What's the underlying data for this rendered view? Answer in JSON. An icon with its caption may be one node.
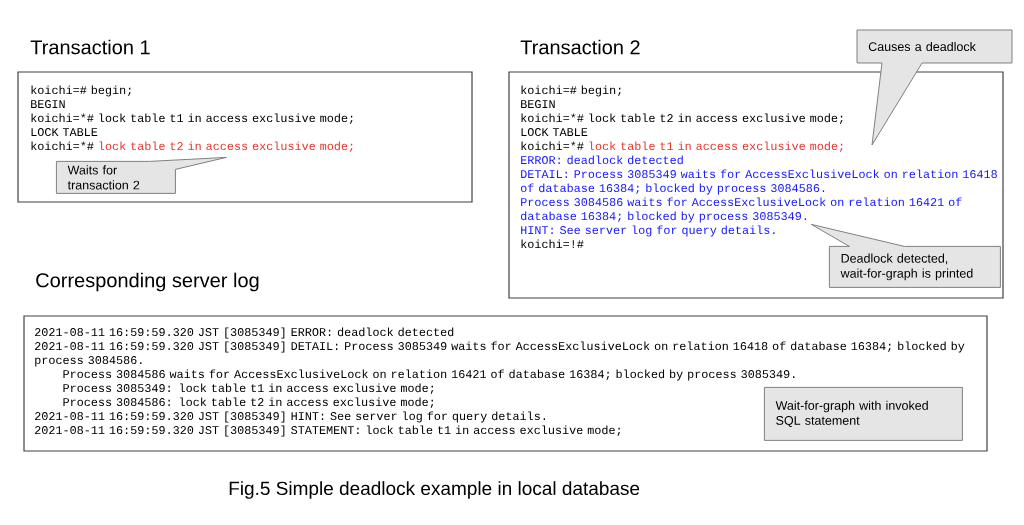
{
  "diagram": {
    "caption": "Fig.5 Simple deadlock example in local database",
    "nodes": [
      {
        "text": [
          "Transaction 1",
          "koichi=# begin;",
          "BEGIN",
          "koichi=*# lock table t1 in access exclusive mode;",
          "LOCK TABLE",
          "koichi=*#",
          "lock table t2 in access exclusive mode;"
        ]
      },
      {
        "text": [
          "Transaction 2",
          "koichi=# begin;",
          "BEGIN",
          "koichi=*# lock table t2 in access exclusive mode;",
          "LOCK TABLE",
          "koichi=*#",
          "lock table t1 in access exclusive mode;",
          "ERROR:  deadlock detected",
          "DETAIL:  Process 3085349 waits for AccessExclusiveLock on relation 16418 of database 16384; blocked by process 3084586.",
          "Process 3084586 waits for AccessExclusiveLock on relation 16421 of database 16384; blocked by process 3085349.",
          "HINT:  See server log for query details.",
          "koichi=!#"
        ]
      },
      {
        "text": [
          "Corresponding server log",
          "2021-08-11 16:59:59.320 JST [3085349] ERROR:  deadlock detected",
          "2021-08-11 16:59:59.320 JST [3085349] DETAIL:  Process 3085349 waits for AccessExclusiveLock on relation 16418 of database 16384; blocked by process 3084586.",
          "Process 3084586 waits for AccessExclusiveLock on relation 16421 of database 16384; blocked by process 3085349.",
          "Process 3085349: lock table t1 in access exclusive mode;",
          "Process 3084586: lock table t2 in access exclusive mode;",
          "2021-08-11 16:59:59.320 JST [3085349] HINT:  See server log for query details.",
          "2021-08-11 16:59:59.320 JST [3085349] STATEMENT:  lock table t1 in access exclusive mode;"
        ]
      },
      {
        "text": [
          "Waits for transaction 2"
        ],
        "in": 0
      },
      {
        "text": [
          "Causes a deadlock"
        ]
      },
      {
        "text": [
          "Deadlock detected, wait-for-graph is printed"
        ],
        "in": 1
      },
      {
        "text": [
          "Wait-for-graph with invoked SQL statement"
        ],
        "in": 2
      }
    ]
  }
}
